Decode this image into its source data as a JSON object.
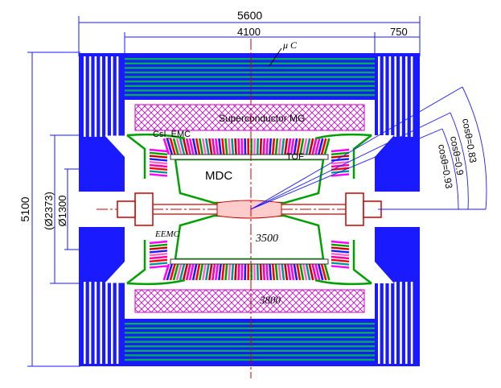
{
  "dimensions": {
    "overall_width": "5600",
    "inner_width": "4100",
    "endcap_width": "750",
    "overall_height": "5100",
    "inner_diameter": "(Ø2373)",
    "bore_diameter": "Ø1300",
    "mdc_length": "3500",
    "magnet_length": "3800"
  },
  "labels": {
    "muon": "μ C",
    "magnet": "Superconductor MG",
    "csi_emc": "CsI_EMC",
    "tof": "TOF",
    "mdc": "MDC",
    "eemc": "EEMC"
  },
  "angles": [
    "cosθ=0.83",
    "cosθ=0.9",
    "cosθ=0.93"
  ],
  "colors": {
    "yoke": "#1a1aff",
    "muon_gap": "#00b050",
    "outline": "#00a000",
    "magnet_hatch": "#cc00cc",
    "beam": "#cc0000"
  }
}
